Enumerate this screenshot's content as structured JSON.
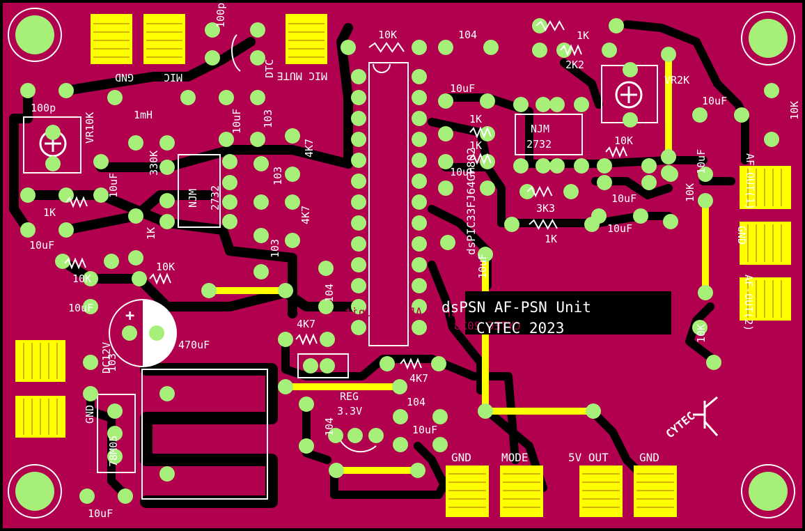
{
  "board": {
    "title": "dsPSN AF-PSN Unit",
    "maker_year": "CYTEC  2023",
    "mirrored_text": "dsPSN AF-PSN Unit",
    "mirrored_year": "CYTEC 2023",
    "logo": "CYTEC",
    "colors": {
      "substrate": "#b0004e",
      "copper": "#000000",
      "pad": "#a6f07a",
      "silk": "#ffffff",
      "jumper": "#ffff00"
    }
  },
  "connectors": {
    "gnd_top": "GND",
    "mic": "MIC",
    "mic_mute": "MIC MUTE",
    "af_out1": "AF-OUT(1)",
    "gnd_right": "GND",
    "af_out2": "AF-OUT(2)",
    "dc12v": "DC12V",
    "gnd_left": "GND",
    "gnd_b1": "GND",
    "mode": "MODE",
    "out5v": "5V OUT",
    "gnd_b2": "GND"
  },
  "components": {
    "c100p_top": "100p",
    "dtc": "DTC",
    "r10k_top": "10K",
    "c104_top": "104",
    "r1k_top": "1K",
    "r2k2": "2K2",
    "vr2k": "VR2K",
    "c100p_left": "100p",
    "l1mh": "1mH",
    "vr10k": "VR10K",
    "c10uf_1": "10uF",
    "c103_1": "103",
    "c10uf_2": "10uF",
    "r330k": "330K",
    "njm1_a": "NJM",
    "njm1_b": "2732",
    "r4k7_1": "4K7",
    "c103_2": "103",
    "r4k7_2": "4K7",
    "c103_3": "103",
    "r1k_l": "1K",
    "c10uf_l": "10uF",
    "r1k_v": "1K",
    "r10k_l1": "10K",
    "r10k_l2": "10K",
    "c10uf_l2": "10uF",
    "c470uf": "470uF",
    "c103_4": "103",
    "reg78": "78M05",
    "c10uf_bl": "10uF",
    "mcu": "dsPIC33FJ64GP802",
    "c104_mid": "104",
    "r4k7_mid": "4K7",
    "reg_a": "REG",
    "reg_b": "3.3V",
    "c104_reg": "104",
    "r4k7_r": "4K7",
    "c104_r": "104",
    "c10uf_r": "10uF",
    "c10uf_m1": "10uF",
    "r1k_m1": "1K",
    "r1k_m2": "1K",
    "c10uf_m2": "10uF",
    "njm2_a": "NJM",
    "njm2_b": "2732",
    "r10k_m": "10K",
    "r3k3": "3K3",
    "c10uf_m3": "10uF",
    "c10uf_m4": "10uF",
    "r1k_m3": "1K",
    "c10uf_v": "10uF",
    "c10uf_r1": "10uF",
    "r10k_r1": "10K",
    "c10uf_r2": "10uF",
    "r10k_r2": "10K",
    "r10k_r3": "10K"
  }
}
